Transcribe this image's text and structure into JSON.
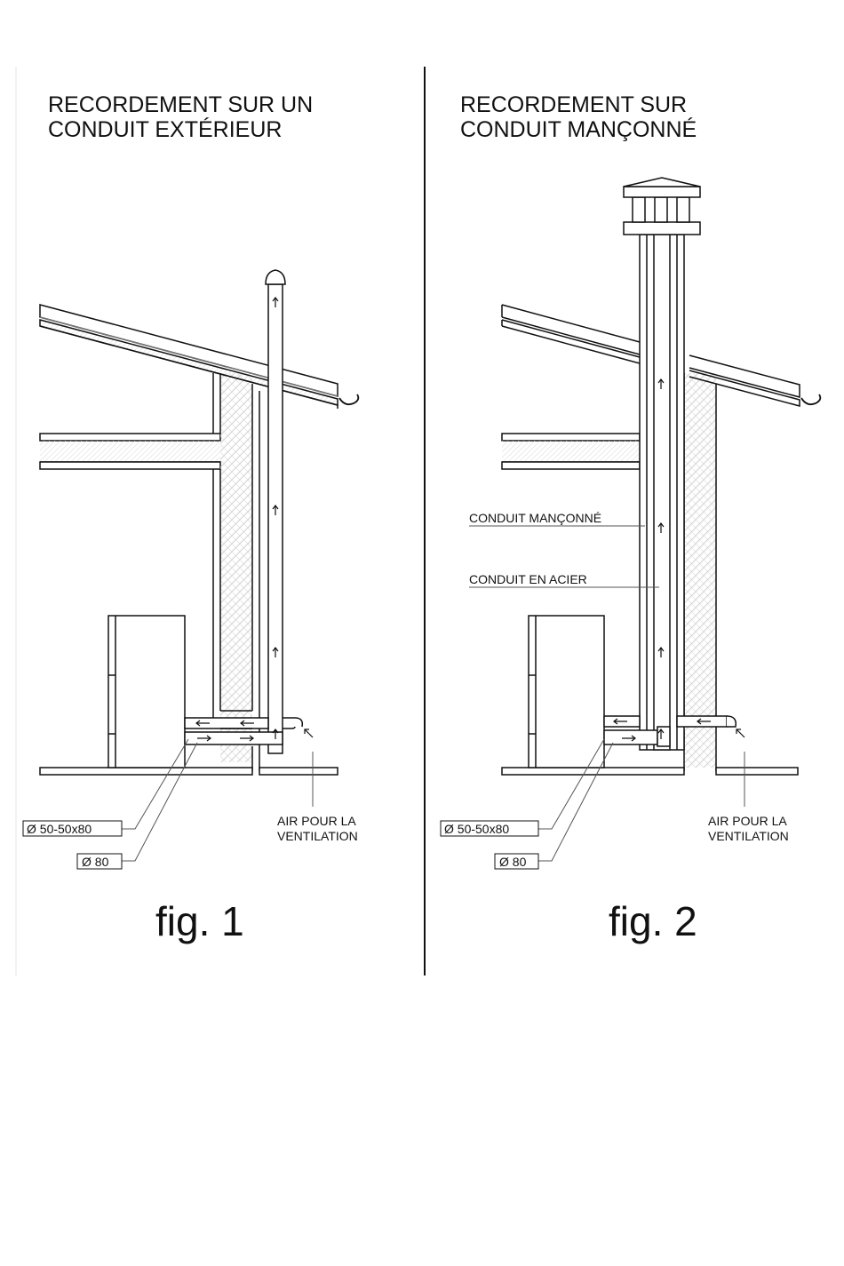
{
  "figure1": {
    "title_line1": "RECORDEMENT SUR UN",
    "title_line2": "CONDUIT EXTÉRIEUR",
    "label_coaxial": "Ø 50-50x80",
    "label_single": "Ø 80",
    "air_line1": "AIR POUR LA",
    "air_line2": "VENTILATION",
    "caption": "fig. 1"
  },
  "figure2": {
    "title_line1": "RECORDEMENT SUR",
    "title_line2": "CONDUIT MANÇONNÉ",
    "label_masonry": "CONDUIT MANÇONNÉ",
    "label_steel": "CONDUIT EN ACIER",
    "label_coaxial": "Ø 50-50x80",
    "label_single": "Ø 80",
    "air_line1": "AIR POUR LA",
    "air_line2": "VENTILATION",
    "caption": "fig. 2"
  }
}
